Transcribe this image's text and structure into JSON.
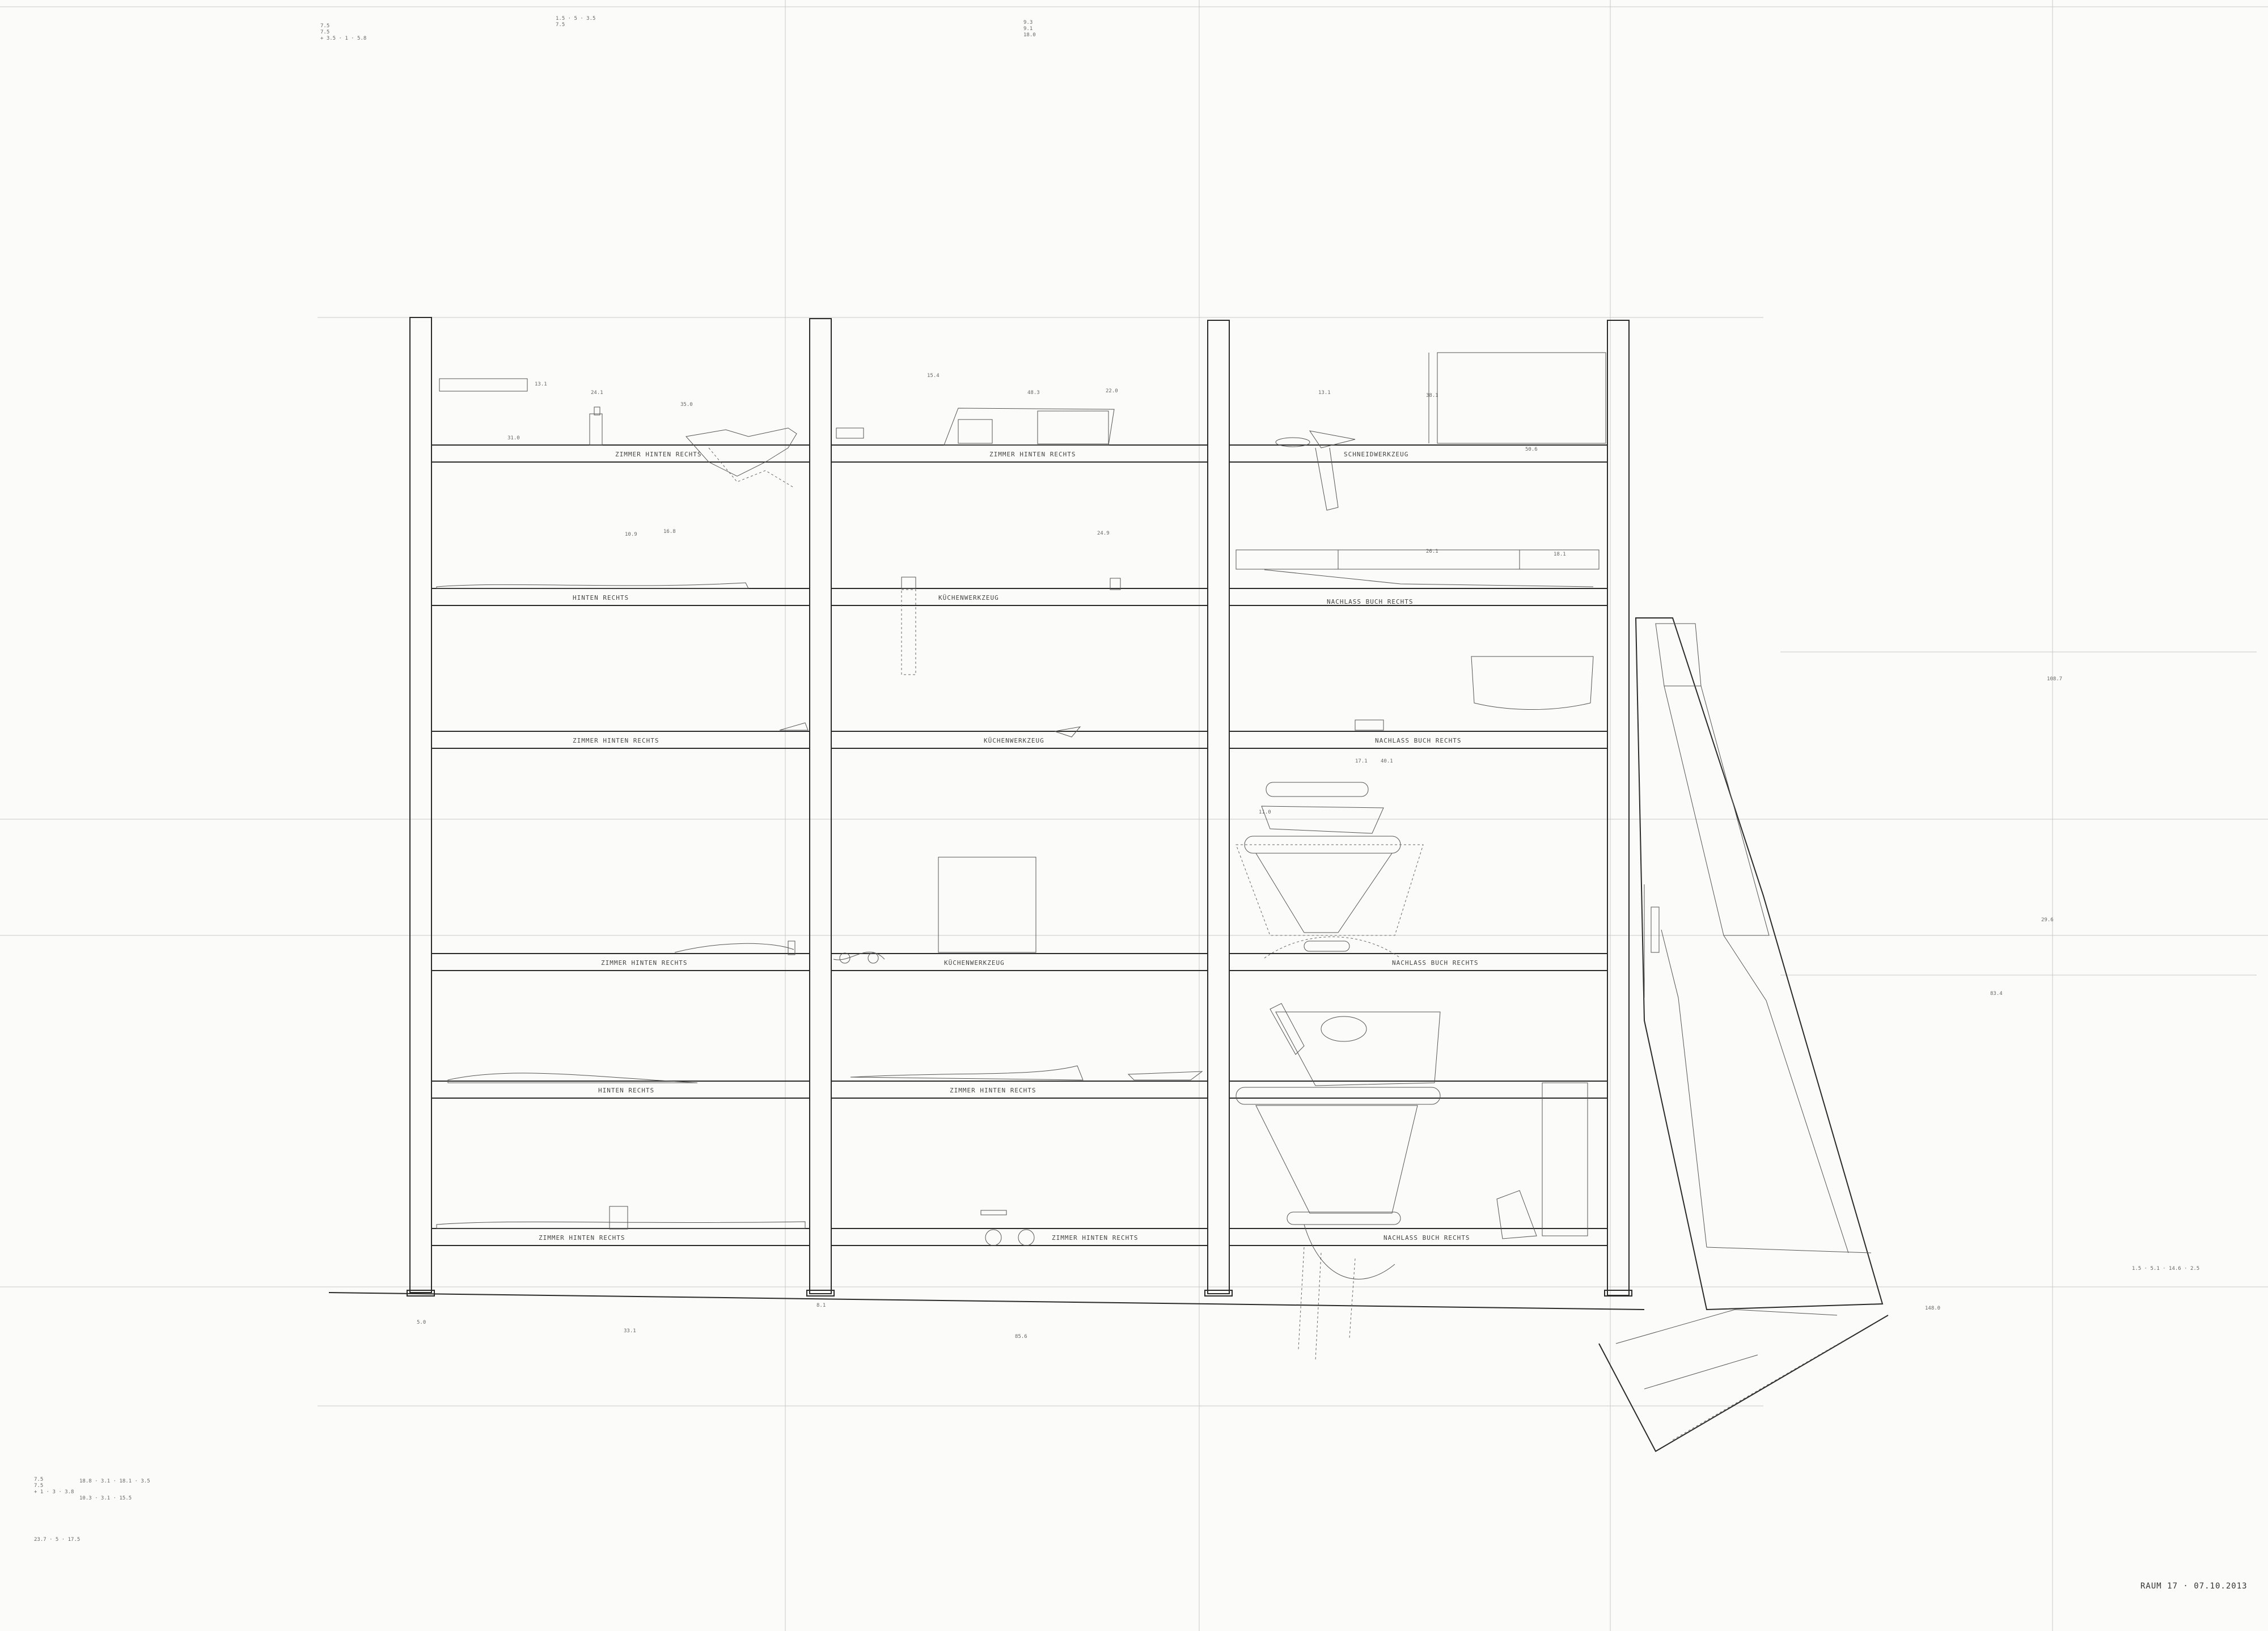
{
  "shelf_labels": {
    "c1_r1": "ZIMMER HINTEN RECHTS",
    "c1_r2": "HINTEN RECHTS",
    "c1_r3": "ZIMMER HINTEN RECHTS",
    "c1_r4": "ZIMMER HINTEN RECHTS",
    "c1_r5": "HINTEN RECHTS",
    "c1_r6": "ZIMMER HINTEN RECHTS",
    "c2_r1": "ZIMMER HINTEN RECHTS",
    "c2_r2": "KÜCHENWERKZEUG",
    "c2_r3": "KÜCHENWERKZEUG",
    "c2_r4": "KÜCHENWERKZEUG",
    "c2_r5": "ZIMMER HINTEN RECHTS",
    "c2_r6": "ZIMMER HINTEN RECHTS",
    "c3_r1": "SCHNEIDWERKZEUG",
    "c3_r2": "NACHLASS BUCH RECHTS",
    "c3_r3": "NACHLASS BUCH RECHTS",
    "c3_r4": "NACHLASS BUCH RECHTS",
    "c3_r6": "NACHLASS BUCH RECHTS"
  },
  "measure_notes": {
    "top_left": "7.5\n7.5\n+ 3.5 · 1 · 5.8",
    "top_mid_left": "1.5 · 5 · 3.5\n7.5",
    "top_center": "9.3\n9.1\n18.0",
    "c1_top": "13.1",
    "c1_shelf1_a": "24.1",
    "c1_shelf1_b": "35.0",
    "c1_shelf1_c": "31.0",
    "c1_shelf2_a": "10.9",
    "c1_shelf2_b": "16.8",
    "c2_shelf1_a": "15.4",
    "c2_shelf1_b": "48.3",
    "c2_shelf1_c": "22.0",
    "c2_shelf2": "24.9",
    "c3_shelf1_a": "13.1",
    "c3_shelf1_b": "38.1",
    "c3_shelf1_c": "50.6",
    "c3_shelf2_a": "26.1",
    "c3_shelf2_b": "18.1",
    "c3_bowl_a": "17.1",
    "c3_bowl_b": "11.0",
    "c3_bowl_c": "40.1",
    "bottom_1": "5.0",
    "bottom_2": "33.1",
    "bottom_3": "85.6",
    "bottom_4": "8.1",
    "right_a": "108.7",
    "right_b": "29.6",
    "right_c": "83.4",
    "right_d": "148.0",
    "right_e": "1.5 · 5.1 · 14.6 · 2.5",
    "bottom_left_a": "7.5\n7.5\n+ 1 · 3 · 3.8",
    "bottom_left_b": "18.8 · 3.1 · 18.1 · 3.5",
    "bottom_left_c": "10.3 · 3.1 · 15.5",
    "bottom_left_d": "23.7 · 5 · 17.5"
  },
  "signature": "RAUM 17 · 07.10.2013"
}
